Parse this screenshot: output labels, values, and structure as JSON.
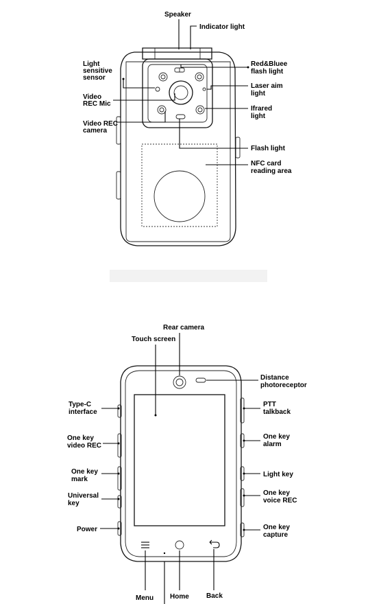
{
  "front_view": {
    "labels": {
      "speaker": "Speaker",
      "indicator_light": "Indicator light",
      "light_sensor": [
        "Light",
        "sensitive",
        "sensor"
      ],
      "red_blue_flash": [
        "Red&Bluee",
        "flash light"
      ],
      "laser_aim": [
        "Laser aim",
        "light"
      ],
      "video_rec_mic": [
        "Video",
        "REC Mic"
      ],
      "infrared_light": [
        "Ifrared",
        "light"
      ],
      "video_rec_camera": [
        "Video REC",
        "camera"
      ],
      "flash_light": "Flash light",
      "nfc_area": [
        "NFC card",
        "reading area"
      ]
    }
  },
  "back_view": {
    "labels": {
      "rear_camera": "Rear camera",
      "touch_screen": "Touch screen",
      "distance_sensor": [
        "Distance",
        "photoreceptor"
      ],
      "type_c": [
        "Type-C",
        "interface"
      ],
      "ptt": [
        "PTT",
        "talkback"
      ],
      "video_rec_key": [
        "One key",
        "video REC"
      ],
      "alarm_key": [
        "One key",
        "alarm"
      ],
      "mark_key": [
        "One key",
        "mark"
      ],
      "light_key": "Light key",
      "universal_key": [
        "Universal",
        "key"
      ],
      "voice_rec_key": [
        "One key",
        "voice REC"
      ],
      "power": "Power",
      "capture_key": [
        "One key",
        "capture"
      ],
      "menu": "Menu",
      "home": "Home",
      "back": "Back"
    }
  }
}
